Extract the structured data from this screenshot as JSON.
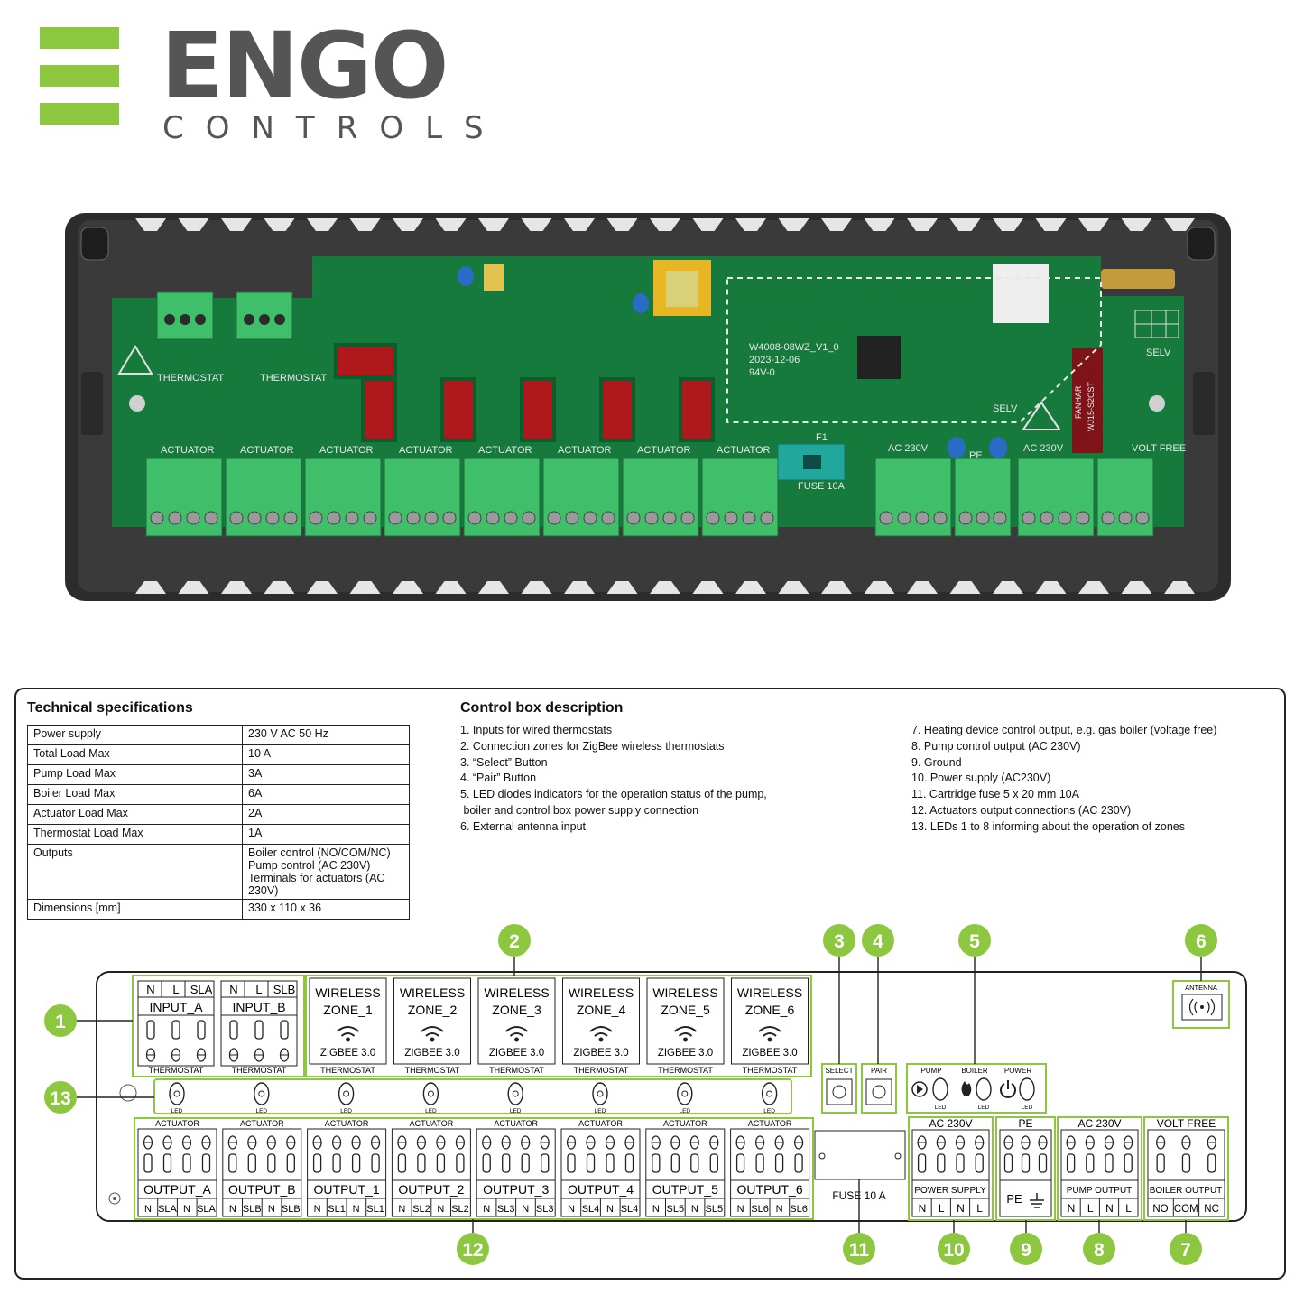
{
  "brand": {
    "name": "ENGO",
    "sub": "CONTROLS",
    "color": "#8dc63f"
  },
  "spec": {
    "title": "Technical specifications",
    "rows": [
      {
        "label": "Power supply",
        "value": "230 V AC 50 Hz"
      },
      {
        "label": "Total Load Max",
        "value": "10 A"
      },
      {
        "label": "Pump Load Max",
        "value": "3A"
      },
      {
        "label": "Boiler Load Max",
        "value": "6A"
      },
      {
        "label": "Actuator Load Max",
        "value": "2A"
      },
      {
        "label": "Thermostat Load Max",
        "value": "1A"
      },
      {
        "label": "Outputs",
        "value": "Boiler control (NO/COM/NC)\nPump control (AC 230V)\nTerminals for actuators (AC 230V)"
      },
      {
        "label": "Dimensions [mm]",
        "value": "330 x 110 x 36"
      }
    ]
  },
  "description": {
    "title": "Control box description",
    "left": [
      "1. Inputs for wired thermostats",
      "2. Connection zones for ZigBee wireless thermostats",
      "3. “Select” Button",
      "4. “Pair” Button",
      "5. LED diodes indicators for the operation status of the pump,",
      " boiler and control box power supply connection",
      "6. External antenna input"
    ],
    "right": [
      "7. Heating device control output, e.g. gas boiler (voltage free)",
      "8. Pump control output (AC 230V)",
      "9. Ground",
      "10. Power supply (AC230V)",
      "11. Cartridge fuse 5 x 20 mm 10A",
      "12. Actuators output connections (AC 230V)",
      "13. LEDs 1 to 8 informing about the operation of zones"
    ]
  },
  "pcb": {
    "version": "W4008-08WZ_V1_0",
    "date": "2023-12-06",
    "rating": "94V-0",
    "selv": "SELV",
    "fuse": "FUSE 10A",
    "thermostat": "THERMOSTAT",
    "actuator": "ACTUATOR",
    "ac": "AC 230V",
    "pe": "PE",
    "voltfree": "VOLT FREE",
    "f1": "F1",
    "relay_brand": "FANHAR",
    "relay_model": "WJ15-S2CST"
  },
  "diagram": {
    "inputs": [
      {
        "name": "INPUT_A",
        "pins": [
          "N",
          "L",
          "SLA"
        ],
        "label": "THERMOSTAT"
      },
      {
        "name": "INPUT_B",
        "pins": [
          "N",
          "L",
          "SLB"
        ],
        "label": "THERMOSTAT"
      }
    ],
    "wireless": {
      "line1": "WIRELESS",
      "zones": [
        "ZONE_1",
        "ZONE_2",
        "ZONE_3",
        "ZONE_4",
        "ZONE_5",
        "ZONE_6"
      ],
      "protocol": "ZIGBEE 3.0",
      "label": "THERMOSTAT"
    },
    "select": "SELECT",
    "pair": "PAIR",
    "status_leds": [
      "PUMP",
      "BOILER",
      "POWER"
    ],
    "led": "LED",
    "antenna": "ANTENNA",
    "outputs": [
      {
        "name": "OUTPUT_A",
        "pins": [
          "N",
          "SLA",
          "N",
          "SLA"
        ]
      },
      {
        "name": "OUTPUT_B",
        "pins": [
          "N",
          "SLB",
          "N",
          "SLB"
        ]
      },
      {
        "name": "OUTPUT_1",
        "pins": [
          "N",
          "SL1",
          "N",
          "SL1"
        ]
      },
      {
        "name": "OUTPUT_2",
        "pins": [
          "N",
          "SL2",
          "N",
          "SL2"
        ]
      },
      {
        "name": "OUTPUT_3",
        "pins": [
          "N",
          "SL3",
          "N",
          "SL3"
        ]
      },
      {
        "name": "OUTPUT_4",
        "pins": [
          "N",
          "SL4",
          "N",
          "SL4"
        ]
      },
      {
        "name": "OUTPUT_5",
        "pins": [
          "N",
          "SL5",
          "N",
          "SL5"
        ]
      },
      {
        "name": "OUTPUT_6",
        "pins": [
          "N",
          "SL6",
          "N",
          "SL6"
        ]
      }
    ],
    "actuator": "ACTUATOR",
    "fuse": "FUSE 10 A",
    "power": {
      "top": "AC 230V",
      "name": "POWER SUPPLY",
      "pins": [
        "N",
        "L",
        "N",
        "L"
      ]
    },
    "pe": {
      "top": "PE",
      "name": "PE"
    },
    "pump": {
      "top": "AC 230V",
      "name": "PUMP OUTPUT",
      "pins": [
        "N",
        "L",
        "N",
        "L"
      ]
    },
    "boiler": {
      "top": "VOLT FREE",
      "name": "BOILER OUTPUT",
      "pins": [
        "NO",
        "COM",
        "NC"
      ]
    },
    "callouts": [
      "1",
      "2",
      "3",
      "4",
      "5",
      "6",
      "7",
      "8",
      "9",
      "10",
      "11",
      "12",
      "13"
    ]
  }
}
